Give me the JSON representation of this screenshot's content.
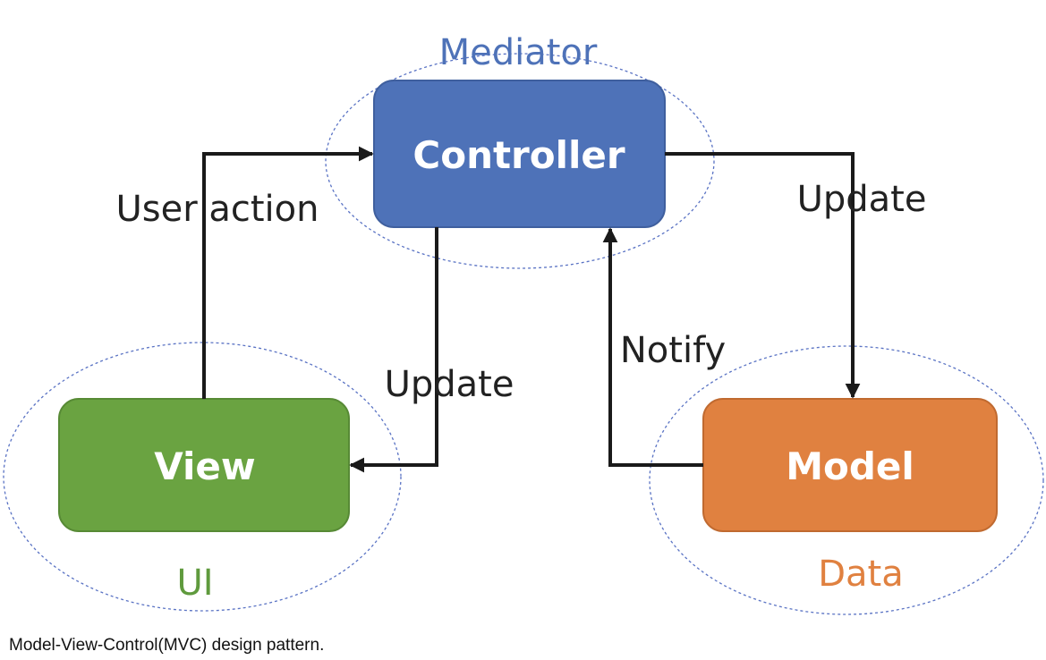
{
  "colors": {
    "controller": "#4e72b8",
    "view": "#6aa341",
    "model": "#e08140",
    "region_outline": "#5a73c4",
    "mediator_text": "#4e72b8",
    "ui_text": "#5f9a3d",
    "data_text": "#e08140",
    "arrow": "#1a1a1a",
    "edge_text": "#222222"
  },
  "regions": {
    "mediator": "Mediator",
    "ui": "UI",
    "data": "Data"
  },
  "components": {
    "controller": "Controller",
    "view": "View",
    "model": "Model"
  },
  "edges": {
    "user_action": "User action",
    "update_model": "Update",
    "update_view": "Update",
    "notify": "Notify"
  },
  "caption": "Model-View-Control(MVC) design pattern."
}
